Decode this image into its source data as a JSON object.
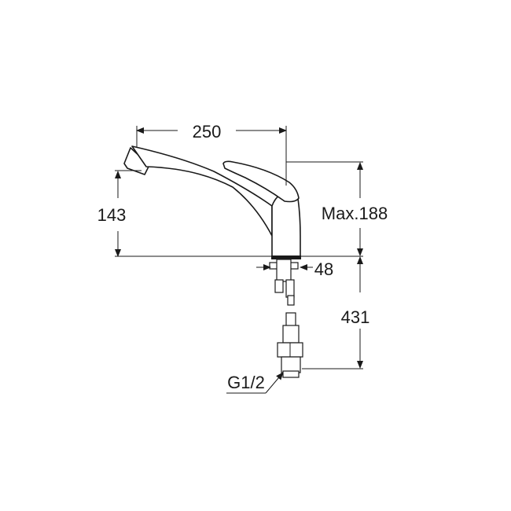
{
  "dimensions": {
    "spout_reach": "250",
    "spout_height": "143",
    "max_height": "Max.188",
    "base_diameter": "48",
    "hose_length": "431",
    "thread": "G1/2"
  }
}
